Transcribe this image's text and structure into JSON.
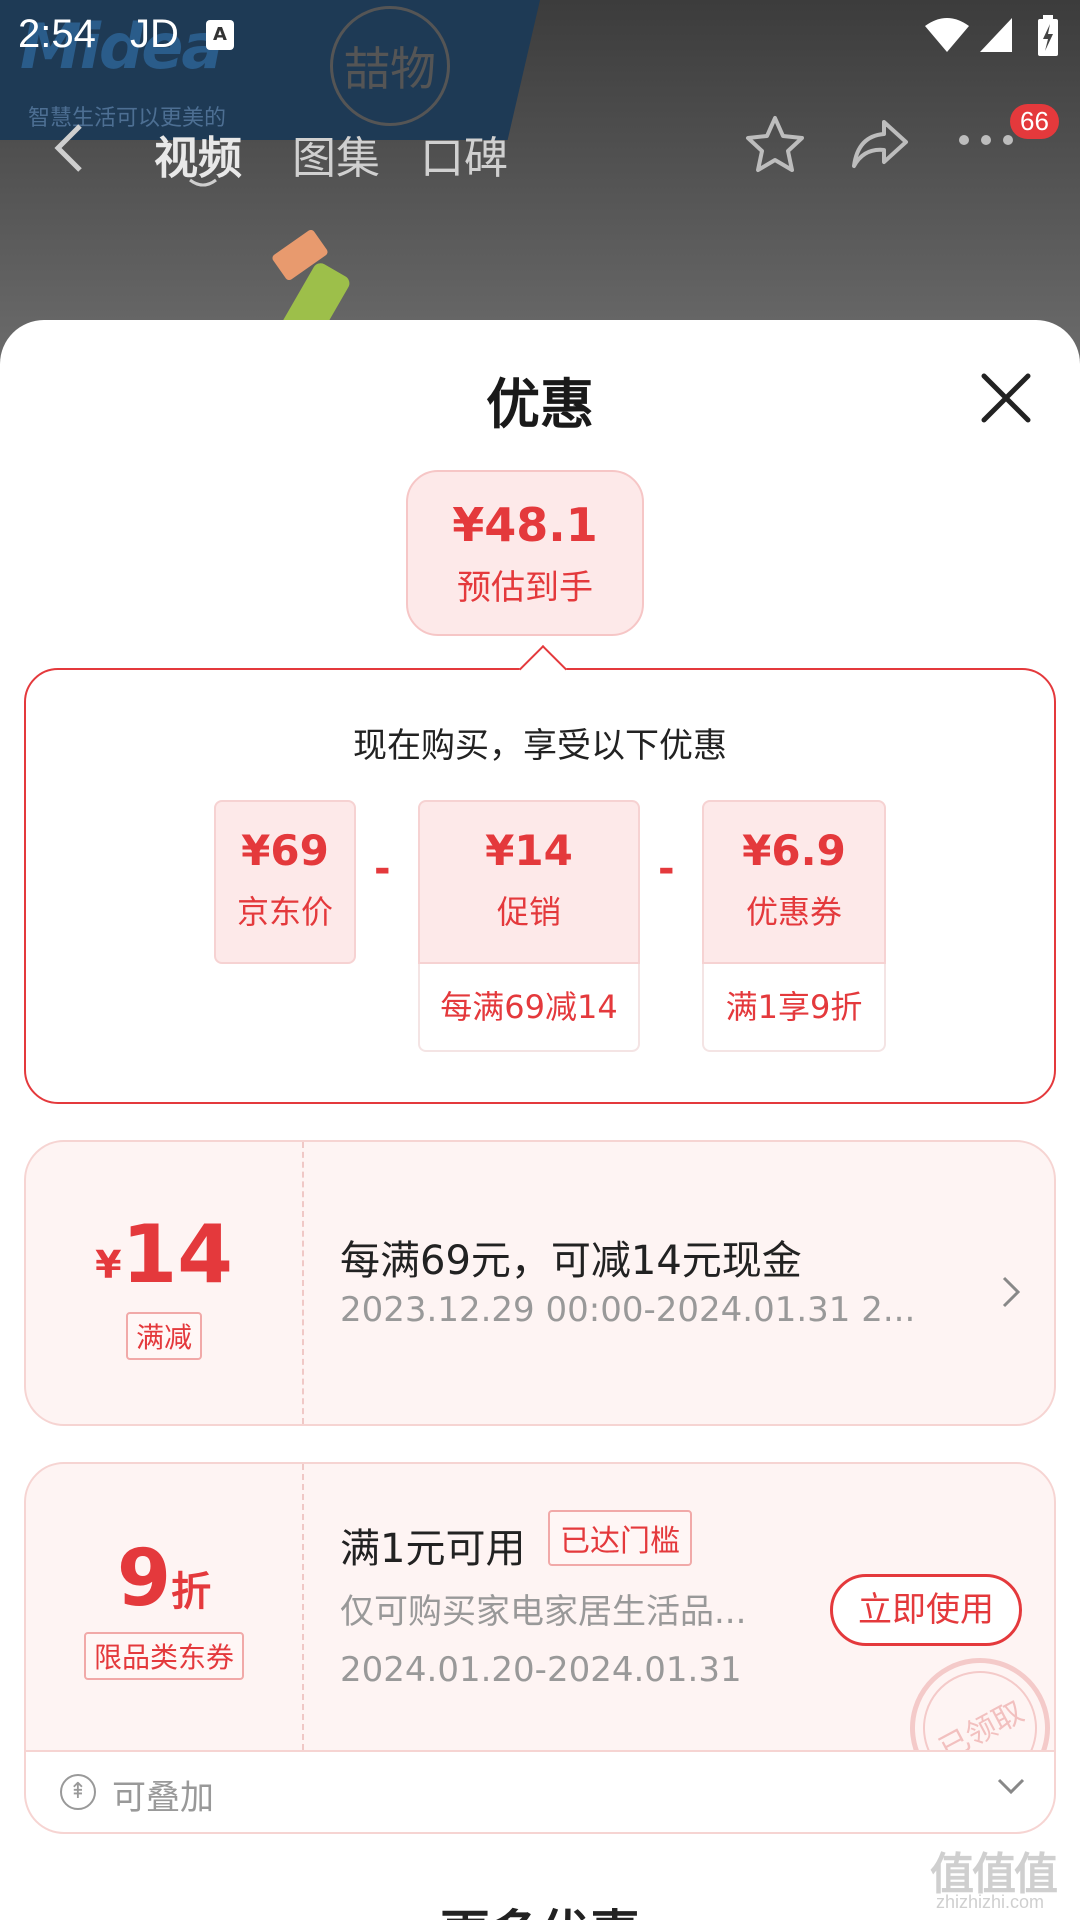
{
  "status_bar": {
    "time": "2:54",
    "carrier_app": "JD",
    "notification_icon": "A"
  },
  "background_page": {
    "brand_logo_text": "Midea",
    "brand_slogan": "智慧生活可以更美的",
    "shop_logo_text": "喆物",
    "nav": {
      "tabs": [
        "视频",
        "图集",
        "口碑"
      ],
      "active_tab": "视频",
      "message_badge": "66"
    }
  },
  "sheet": {
    "title": "优惠",
    "estimate": {
      "price": "¥48.1",
      "label": "预估到手"
    },
    "breakdown": {
      "heading": "现在购买，享受以下优惠",
      "items": [
        {
          "value": "¥69",
          "label": "京东价"
        },
        {
          "value": "¥14",
          "label": "促销",
          "detail": "每满69减14"
        },
        {
          "value": "¥6.9",
          "label": "优惠券",
          "detail": "满1享9折"
        }
      ],
      "operator": "-"
    },
    "coupon_promo": {
      "currency": "¥",
      "amount": "14",
      "tag": "满减",
      "title": "每满69元，可减14元现金",
      "period": "2023.12.29 00:00-2024.01.31 2..."
    },
    "coupon_discount": {
      "amount": "9",
      "unit": "折",
      "tag": "限品类东券",
      "title": "满1元可用",
      "status_tag": "已达门槛",
      "scope": "仅可购买家电家居生活品...",
      "period": "2024.01.20-2024.01.31",
      "action_label": "立即使用",
      "stamp_text": "已领取"
    },
    "stackable": {
      "label": "可叠加",
      "icon": "stack-icon"
    },
    "more_heading": "更多优惠"
  },
  "watermark": {
    "text": "值值值",
    "url": "zhizhizhi.com"
  },
  "colors": {
    "accent": "#e4393c",
    "coupon_bg": "#fef4f3",
    "estimate_bg": "#fde9e9"
  }
}
